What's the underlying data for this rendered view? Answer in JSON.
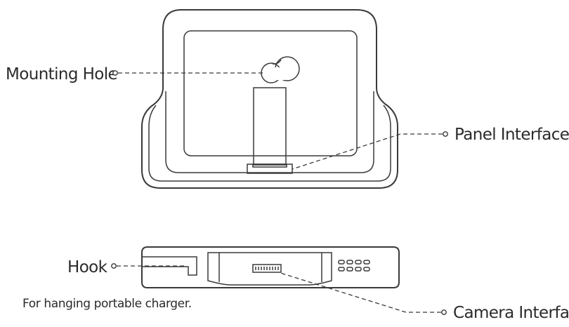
{
  "labels": {
    "mounting_hole": "Mounting Hole",
    "panel_interface": "Panel Interface",
    "hook": "Hook",
    "hook_note": "For hanging portable charger.",
    "camera_interface": "Camera Interface"
  }
}
